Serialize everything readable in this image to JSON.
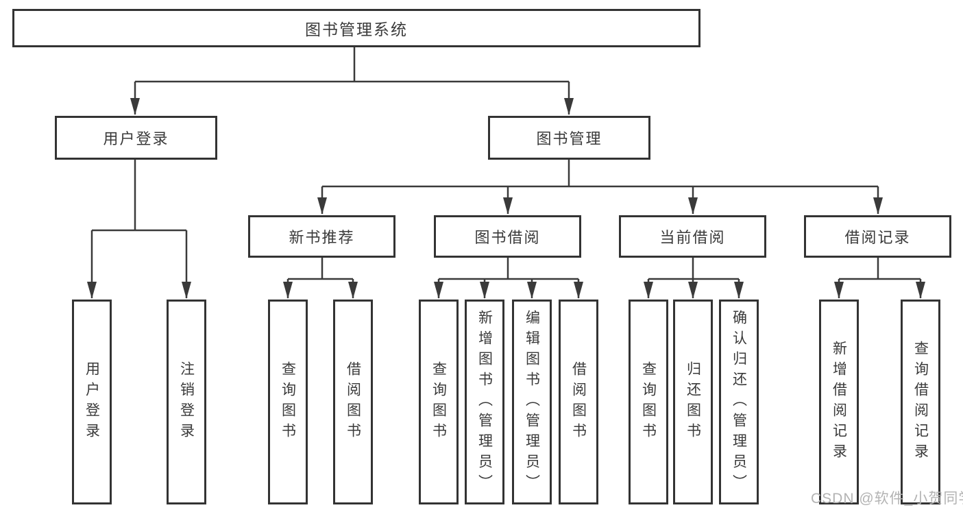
{
  "diagram_title": "图书管理系统",
  "nodes": {
    "root": "图书管理系统",
    "user_login": "用户登录",
    "book_mgmt": "图书管理",
    "new_books": "新书推荐",
    "book_borrow": "图书借阅",
    "current_borrow": "当前借阅",
    "borrow_records": "借阅记录",
    "leaf_user_login": "用户登录",
    "leaf_logout": "注销登录",
    "leaf_nb_query_books": "查询图书",
    "leaf_nb_borrow_books": "借阅图书",
    "leaf_bb_query_books": "查询图书",
    "leaf_bb_add_books_admin": "新增图书（管理员）",
    "leaf_bb_edit_books_admin": "编辑图书（管理员）",
    "leaf_bb_borrow_books": "借阅图书",
    "leaf_cb_query_books": "查询图书",
    "leaf_cb_return_books": "归还图书",
    "leaf_cb_confirm_return_admin": "确认归还（管理员）",
    "leaf_br_add_record": "新增借阅记录",
    "leaf_br_query_record": "查询借阅记录"
  },
  "edges": [
    [
      "root",
      "user_login"
    ],
    [
      "root",
      "book_mgmt"
    ],
    [
      "user_login",
      "leaf_user_login"
    ],
    [
      "user_login",
      "leaf_logout"
    ],
    [
      "book_mgmt",
      "new_books"
    ],
    [
      "book_mgmt",
      "book_borrow"
    ],
    [
      "book_mgmt",
      "current_borrow"
    ],
    [
      "book_mgmt",
      "borrow_records"
    ],
    [
      "new_books",
      "leaf_nb_query_books"
    ],
    [
      "new_books",
      "leaf_nb_borrow_books"
    ],
    [
      "book_borrow",
      "leaf_bb_query_books"
    ],
    [
      "book_borrow",
      "leaf_bb_add_books_admin"
    ],
    [
      "book_borrow",
      "leaf_bb_edit_books_admin"
    ],
    [
      "book_borrow",
      "leaf_bb_borrow_books"
    ],
    [
      "current_borrow",
      "leaf_cb_query_books"
    ],
    [
      "current_borrow",
      "leaf_cb_return_books"
    ],
    [
      "current_borrow",
      "leaf_cb_confirm_return_admin"
    ],
    [
      "borrow_records",
      "leaf_br_add_record"
    ],
    [
      "borrow_records",
      "leaf_br_query_record"
    ]
  ],
  "watermark": "CSDN @软件_小贺同学",
  "colors": {
    "line": "#3a3a3a",
    "box_border": "#333333",
    "text": "#3a3a3a",
    "watermark": "#b3b3b3",
    "background": "#ffffff"
  }
}
